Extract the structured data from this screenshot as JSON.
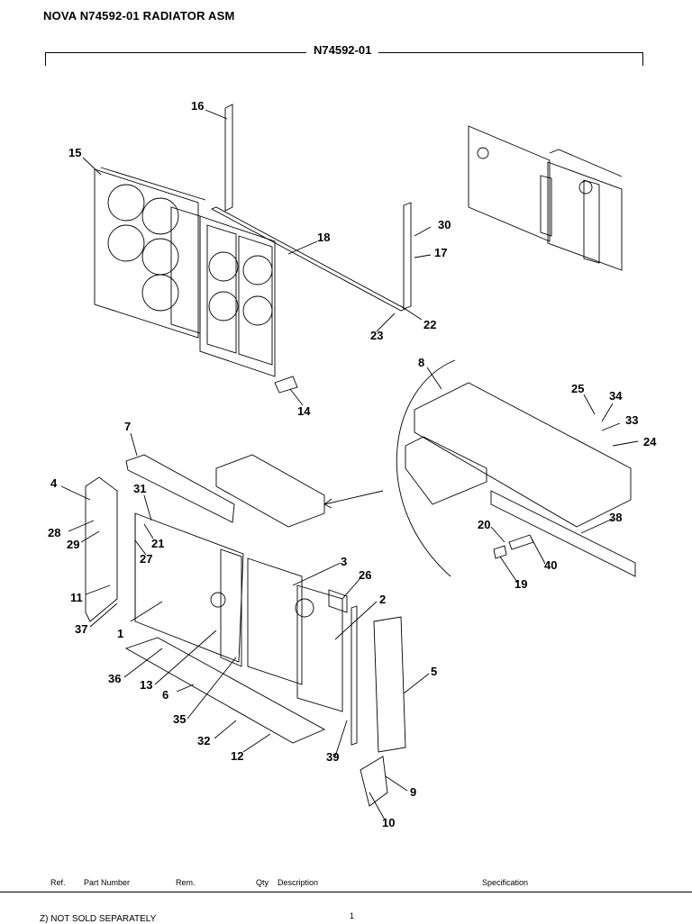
{
  "header": {
    "title": "NOVA  N74592-01  RADIATOR ASM",
    "assembly_label": "N74592-01"
  },
  "callouts": [
    {
      "id": "c16",
      "text": "16"
    },
    {
      "id": "c15",
      "text": "15"
    },
    {
      "id": "c18",
      "text": "18"
    },
    {
      "id": "c30",
      "text": "30"
    },
    {
      "id": "c17",
      "text": "17"
    },
    {
      "id": "c22",
      "text": "22"
    },
    {
      "id": "c23",
      "text": "23"
    },
    {
      "id": "c14",
      "text": "14"
    },
    {
      "id": "c8",
      "text": "8"
    },
    {
      "id": "c25",
      "text": "25"
    },
    {
      "id": "c34",
      "text": "34"
    },
    {
      "id": "c33",
      "text": "33"
    },
    {
      "id": "c24",
      "text": "24"
    },
    {
      "id": "c7",
      "text": "7"
    },
    {
      "id": "c4",
      "text": "4"
    },
    {
      "id": "c31",
      "text": "31"
    },
    {
      "id": "c28",
      "text": "28"
    },
    {
      "id": "c29",
      "text": "29"
    },
    {
      "id": "c21",
      "text": "21"
    },
    {
      "id": "c27",
      "text": "27"
    },
    {
      "id": "c11",
      "text": "11"
    },
    {
      "id": "c37",
      "text": "37"
    },
    {
      "id": "c1",
      "text": "1"
    },
    {
      "id": "c3",
      "text": "3"
    },
    {
      "id": "c26",
      "text": "26"
    },
    {
      "id": "c2",
      "text": "2"
    },
    {
      "id": "c36",
      "text": "36"
    },
    {
      "id": "c13",
      "text": "13"
    },
    {
      "id": "c6",
      "text": "6"
    },
    {
      "id": "c35",
      "text": "35"
    },
    {
      "id": "c32",
      "text": "32"
    },
    {
      "id": "c12",
      "text": "12"
    },
    {
      "id": "c39",
      "text": "39"
    },
    {
      "id": "c5",
      "text": "5"
    },
    {
      "id": "c9",
      "text": "9"
    },
    {
      "id": "c10",
      "text": "10"
    },
    {
      "id": "c20",
      "text": "20"
    },
    {
      "id": "c38",
      "text": "38"
    },
    {
      "id": "c40",
      "text": "40"
    },
    {
      "id": "c19",
      "text": "19"
    }
  ],
  "table_header": {
    "ref": "Ref.",
    "part_number": "Part Number",
    "rem": "Rem.",
    "qty": "Qty",
    "description": "Description",
    "specification": "Specification"
  },
  "footer": {
    "note": "Z) NOT SOLD SEPARATELY",
    "page": "1"
  }
}
